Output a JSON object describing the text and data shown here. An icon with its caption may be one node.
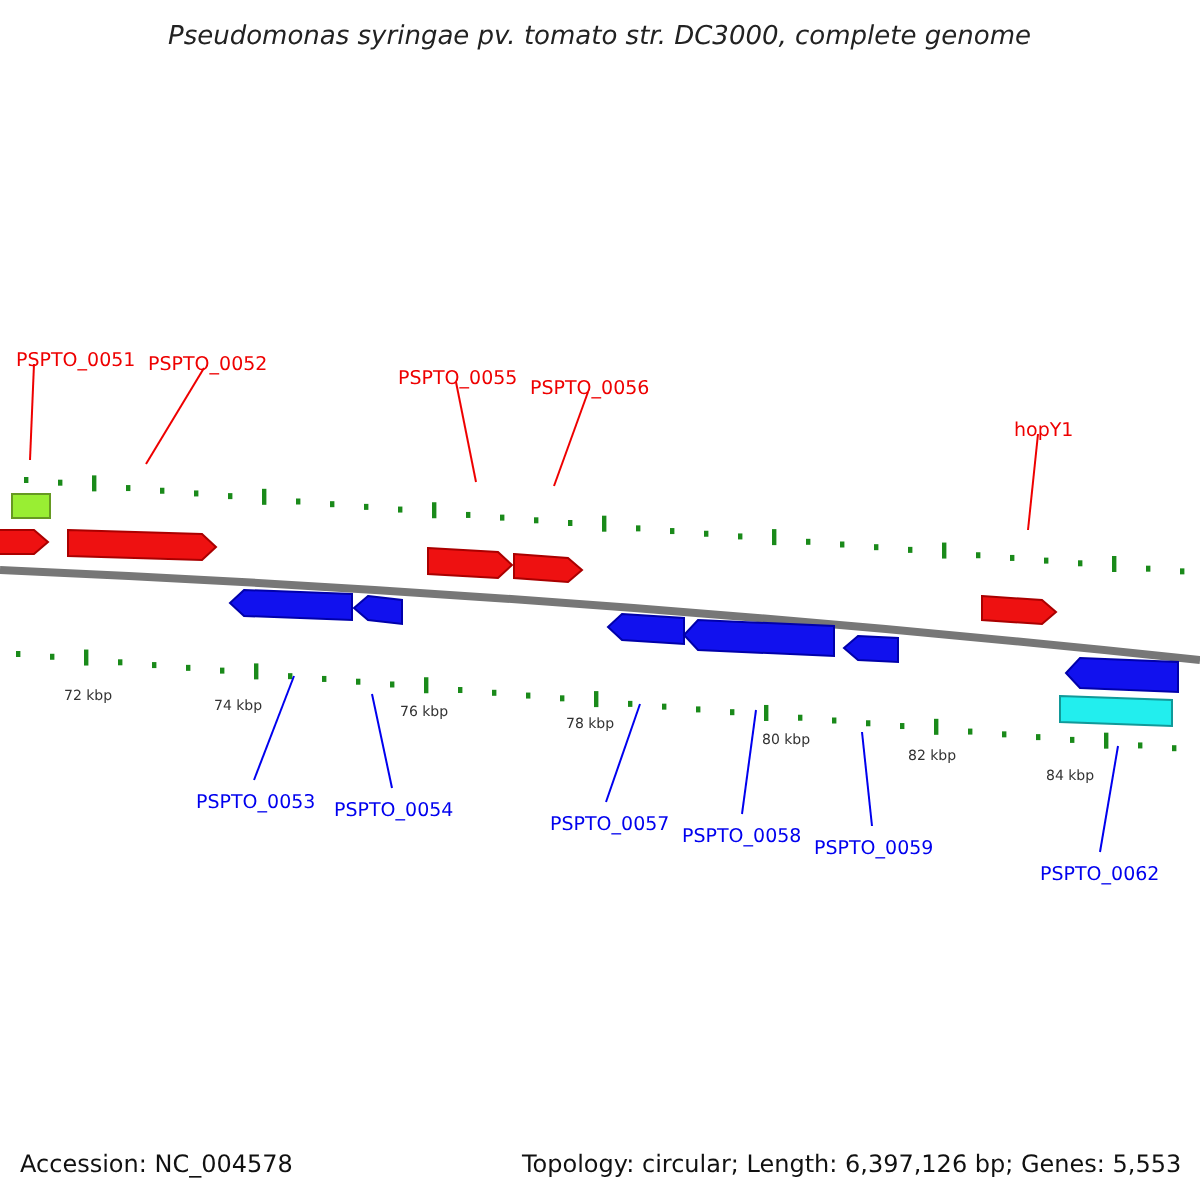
{
  "diagram": {
    "title": "Pseudomonas syringae pv. tomato str. DC3000, complete genome",
    "nodes": [
      {
        "text": [
          "PSPTO_0051"
        ]
      },
      {
        "text": [
          "PSPTO_0052"
        ]
      },
      {
        "text": [
          "PSPTO_0055"
        ]
      },
      {
        "text": [
          "PSPTO_0056"
        ]
      },
      {
        "text": [
          "hopY1"
        ]
      },
      {
        "text": [
          "PSPTO_0053"
        ]
      },
      {
        "text": [
          "PSPTO_0054"
        ]
      },
      {
        "text": [
          "PSPTO_0057"
        ]
      },
      {
        "text": [
          "PSPTO_0058"
        ]
      },
      {
        "text": [
          "PSPTO_0059"
        ]
      },
      {
        "text": [
          "PSPTO_0062"
        ]
      }
    ],
    "edges": [
      {
        "from": 0,
        "to": null,
        "arrow": "none",
        "color": "#ee0000"
      },
      {
        "from": 1,
        "to": null,
        "arrow": "none",
        "color": "#ee0000"
      },
      {
        "from": 2,
        "to": null,
        "arrow": "none",
        "color": "#ee0000"
      },
      {
        "from": 3,
        "to": null,
        "arrow": "none",
        "color": "#ee0000"
      },
      {
        "from": 4,
        "to": null,
        "arrow": "none",
        "color": "#ee0000"
      },
      {
        "from": 5,
        "to": null,
        "arrow": "none"
      },
      {
        "from": 6,
        "to": null,
        "arrow": "none"
      },
      {
        "from": 7,
        "to": null,
        "arrow": "none"
      },
      {
        "from": 8,
        "to": null,
        "arrow": "none"
      },
      {
        "from": 9,
        "to": null,
        "arrow": "none"
      },
      {
        "from": 10,
        "to": null,
        "arrow": "none"
      }
    ],
    "labels": [
      "72 kbp",
      "74 kbp",
      "76 kbp",
      "78 kbp",
      "80 kbp",
      "82 kbp",
      "84 kbp",
      "Accession: NC_004578",
      "Topology: circular; Length: 6,397,126 bp; Genes: 5,553"
    ]
  }
}
